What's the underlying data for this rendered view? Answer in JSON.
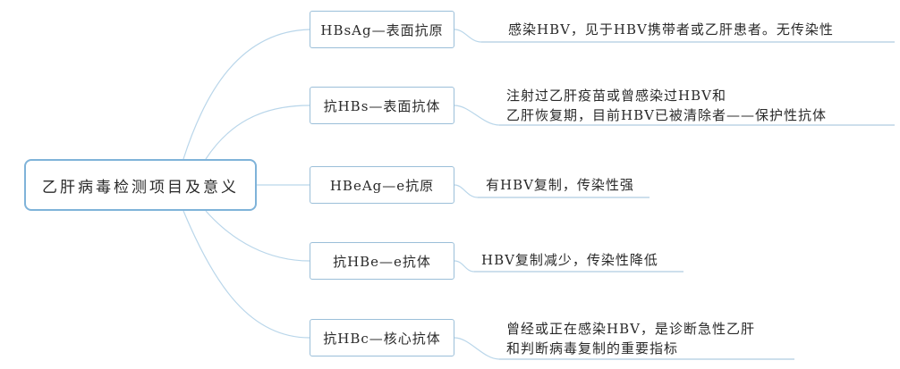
{
  "root": {
    "label": "乙肝病毒检测项目及意义"
  },
  "branches": [
    {
      "label": "HBsAg—表面抗原",
      "note": [
        "感染HBV，见于HBV携带者或乙肝患者。无传染性"
      ]
    },
    {
      "label": "抗HBs—表面抗体",
      "note": [
        "注射过乙肝疫苗或曾感染过HBV和",
        "乙肝恢复期，目前HBV已被清除者——保护性抗体"
      ]
    },
    {
      "label": "HBeAg—e抗原",
      "note": [
        "有HBV复制，传染性强"
      ]
    },
    {
      "label": "抗HBe—e抗体",
      "note": [
        "HBV复制减少，传染性降低"
      ]
    },
    {
      "label": "抗HBc—核心抗体",
      "note": [
        "曾经或正在感染HBV，是诊断急性乙肝",
        "和判断病毒复制的重要指标"
      ]
    }
  ],
  "colors": {
    "line": "#a7c9e2",
    "border": "#9bbfd9",
    "root_border": "#7fb3d9"
  }
}
